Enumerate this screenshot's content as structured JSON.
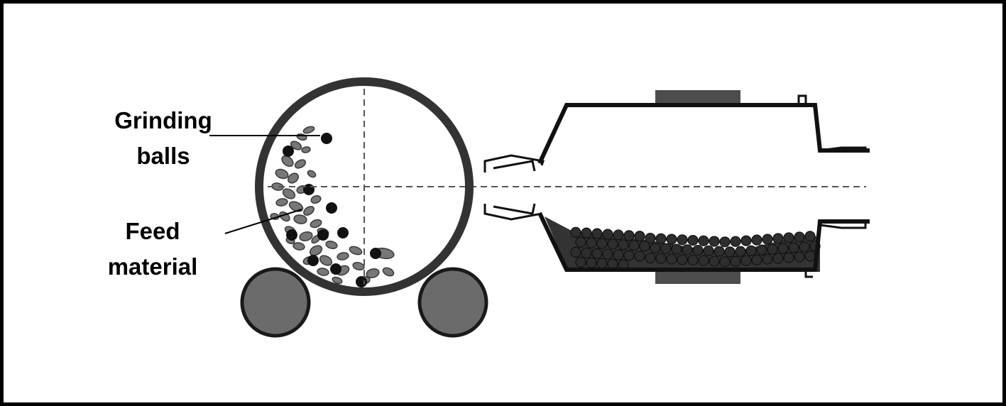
{
  "labels": {
    "grinding_balls": {
      "line1": "Grinding",
      "line2": "balls"
    },
    "feed_material": {
      "line1": "Feed",
      "line2": "material"
    }
  },
  "colors": {
    "frame": "#000000",
    "background": "#ffffff",
    "shell": "#333333",
    "roller": "#6b6b6b",
    "ball": "#111111",
    "feed": "#777777",
    "charge": "#333333",
    "trunnion": "#4d4d4d"
  }
}
